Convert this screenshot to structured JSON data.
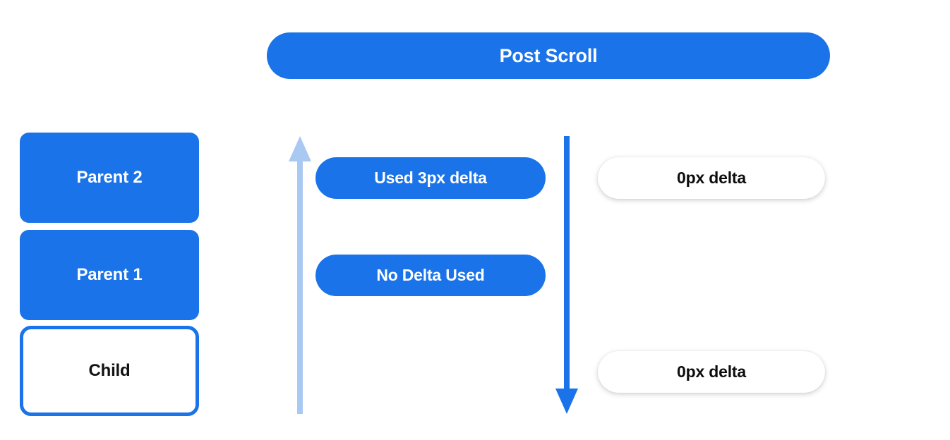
{
  "diagram": {
    "title": "Post Scroll",
    "background_color": "#ffffff",
    "accent_color": "#1a73e8",
    "muted_accent_color": "#aac9f2"
  },
  "header": {
    "label": "Post Scroll"
  },
  "node_column": {
    "boxes": [
      {
        "label": "Parent 2",
        "style": "filled"
      },
      {
        "label": "Parent 1",
        "style": "filled"
      },
      {
        "label": "Child",
        "style": "outlined"
      }
    ]
  },
  "arrows": [
    {
      "name": "scroll-propagation-up-arrow",
      "direction": "up",
      "color": "#aac9f2"
    },
    {
      "name": "scroll-propagation-down-arrow",
      "direction": "down",
      "color": "#1a73e8"
    }
  ],
  "delta_pills": {
    "consumed": [
      {
        "label": "Used 3px delta"
      },
      {
        "label": "No Delta Used"
      }
    ],
    "remaining": [
      {
        "label": "0px delta"
      },
      {
        "label": "0px delta"
      }
    ]
  }
}
